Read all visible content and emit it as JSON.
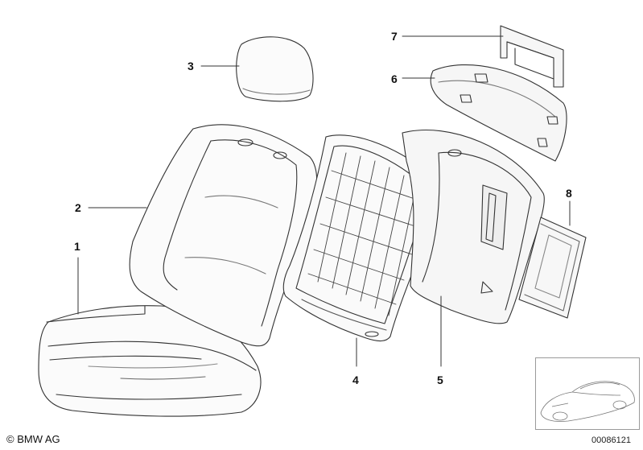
{
  "diagram": {
    "callouts": [
      {
        "id": "1",
        "label": "1"
      },
      {
        "id": "2",
        "label": "2"
      },
      {
        "id": "3",
        "label": "3"
      },
      {
        "id": "4",
        "label": "4"
      },
      {
        "id": "5",
        "label": "5"
      },
      {
        "id": "6",
        "label": "6"
      },
      {
        "id": "7",
        "label": "7"
      },
      {
        "id": "8",
        "label": "8"
      }
    ]
  },
  "footer": {
    "copyright": "© BMW AG",
    "document_number": "00086121"
  },
  "colors": {
    "line": "#333333",
    "background": "#ffffff",
    "panel": "#f2f2f2"
  }
}
